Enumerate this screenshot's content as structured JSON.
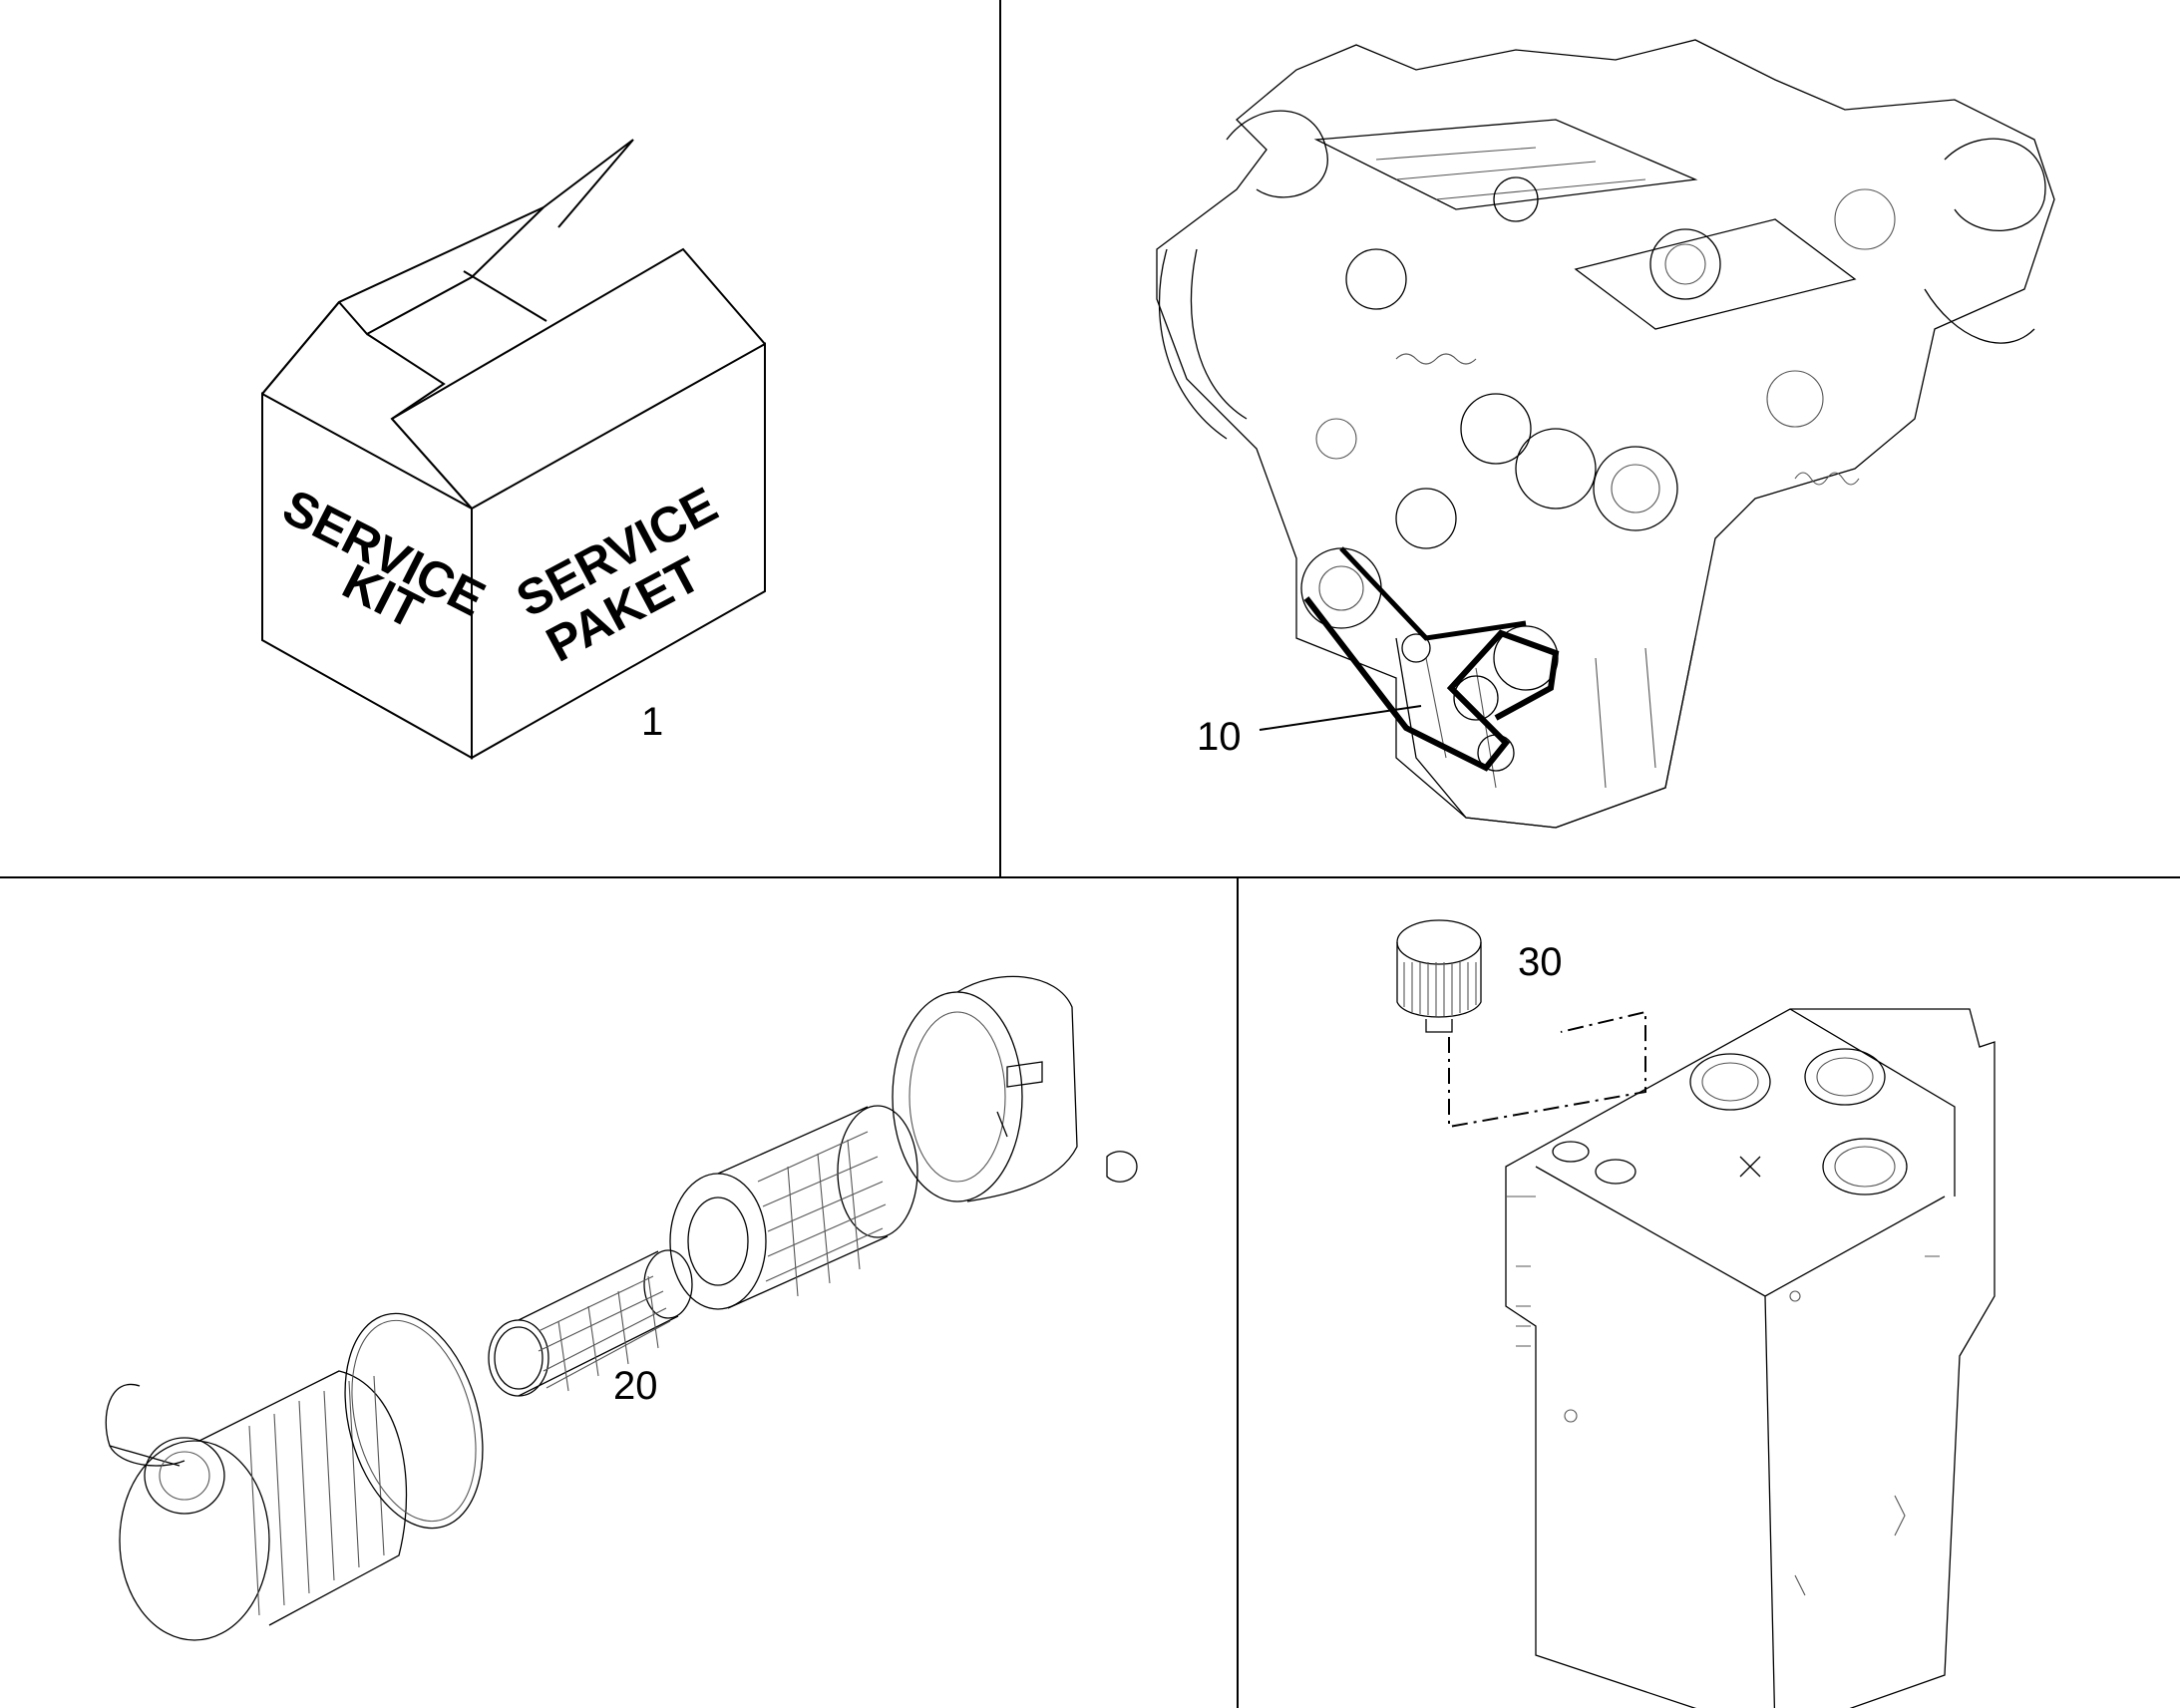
{
  "panels": [
    {
      "id": "service-kit",
      "callout": "1",
      "box_label_left_line1": "SERVICE",
      "box_label_left_line2": "KIT",
      "box_label_right_line1": "SERVICE",
      "box_label_right_line2": "PAKET"
    },
    {
      "id": "engine-belt",
      "callout": "10"
    },
    {
      "id": "air-filter",
      "callout": "20"
    },
    {
      "id": "tank-cap",
      "callout": "30"
    }
  ]
}
